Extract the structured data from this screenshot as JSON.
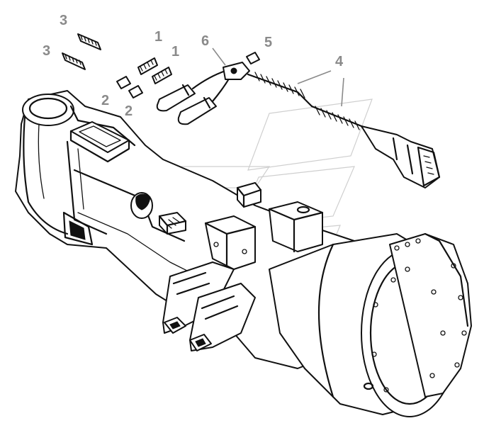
{
  "callouts": [
    {
      "id": "c1a",
      "text": "3"
    },
    {
      "id": "c1b",
      "text": "3"
    },
    {
      "id": "c2a",
      "text": "1"
    },
    {
      "id": "c2b",
      "text": "1"
    },
    {
      "id": "c3a",
      "text": "2"
    },
    {
      "id": "c3b",
      "text": "2"
    },
    {
      "id": "c4",
      "text": "6"
    },
    {
      "id": "c5",
      "text": "5"
    },
    {
      "id": "c6",
      "text": "4"
    }
  ],
  "colors": {
    "ink": "#111111",
    "callout": "#8a8a8a",
    "watermark": "#cfcfcf",
    "background": "#ffffff"
  }
}
